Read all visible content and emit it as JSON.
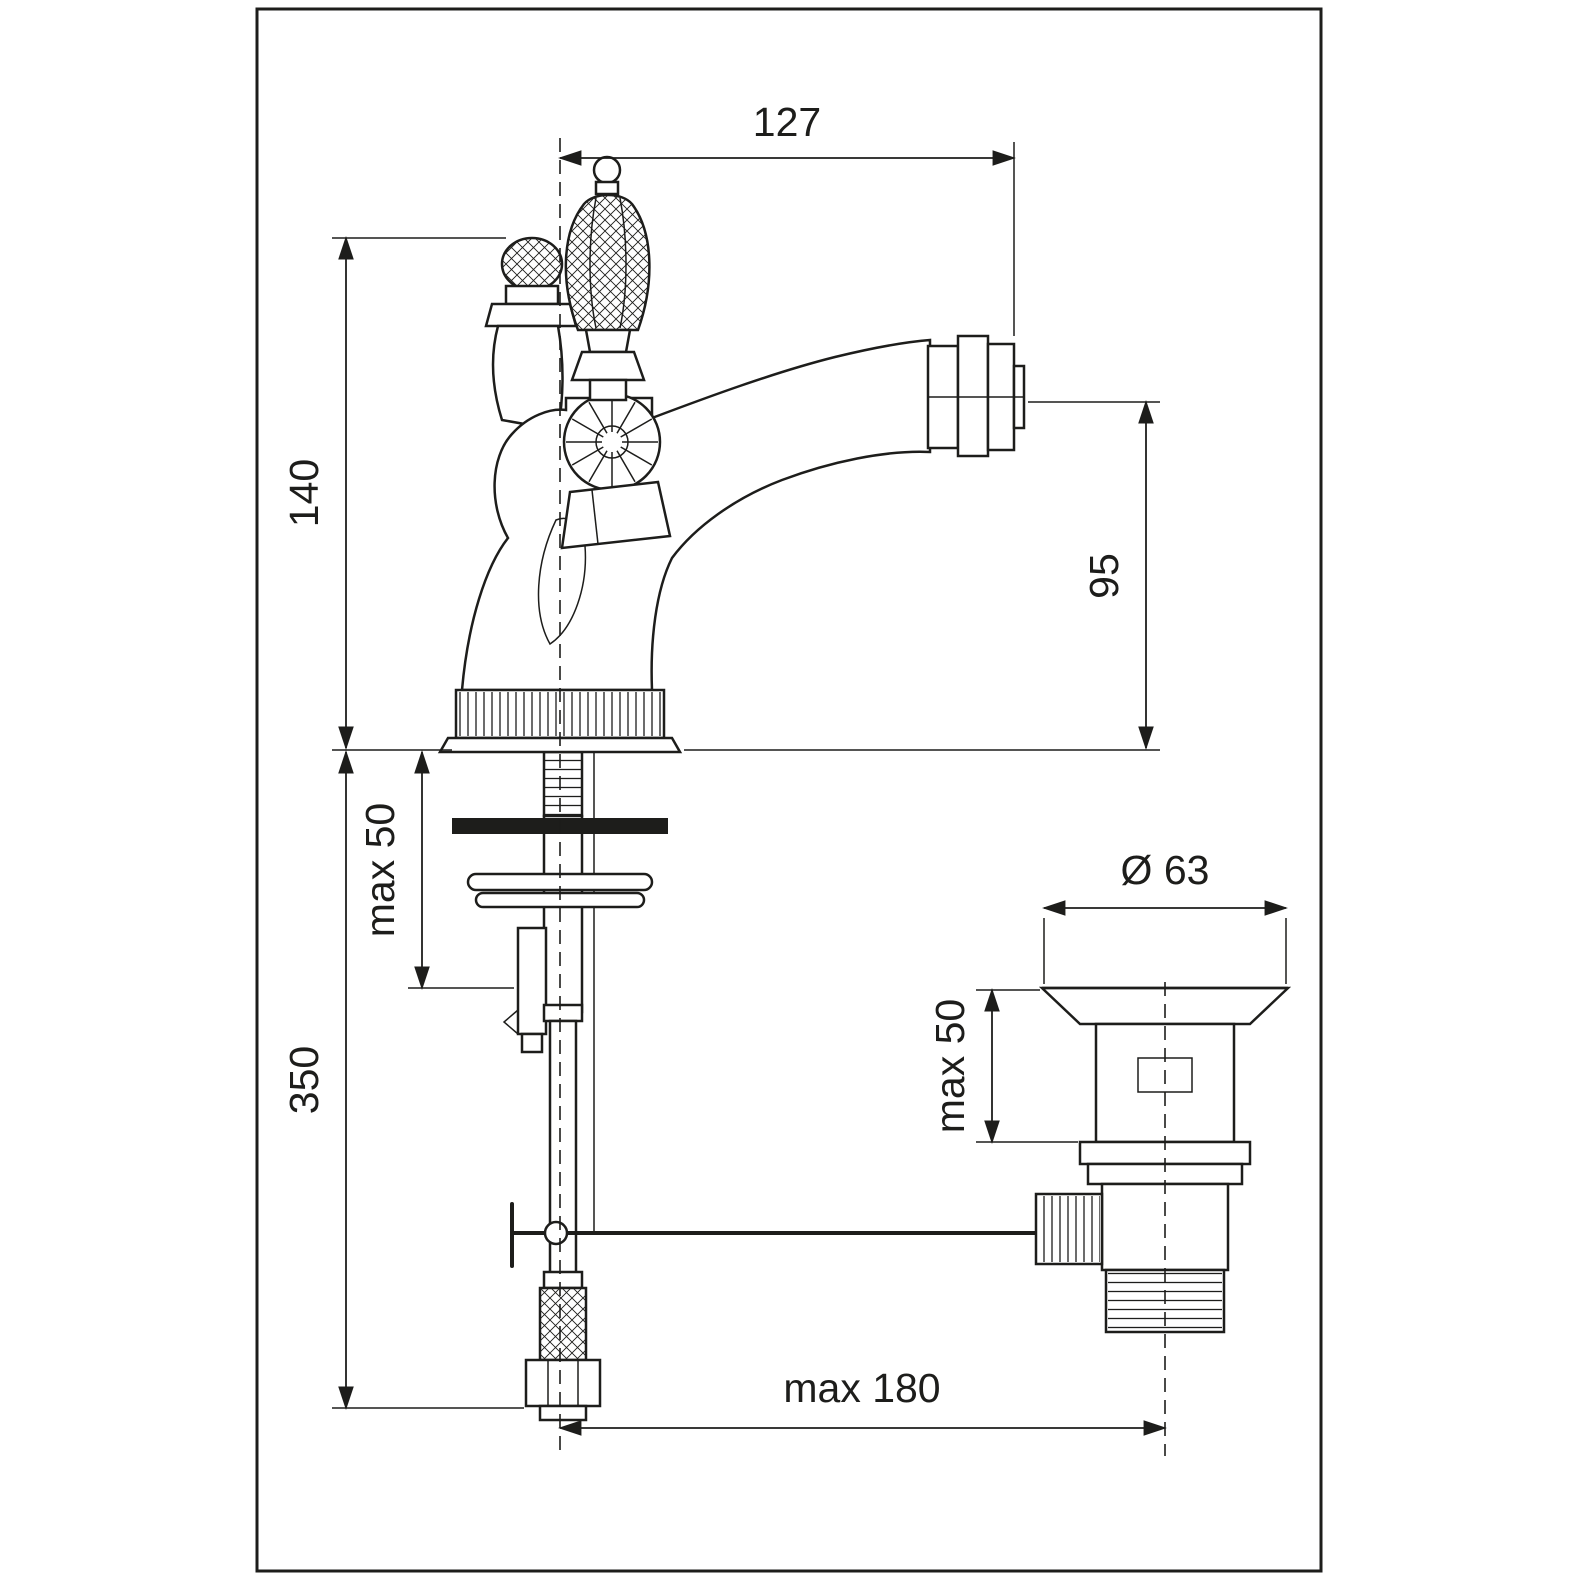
{
  "page": {
    "background": "#ffffff",
    "line_color": "#1d1d1b",
    "description": "technical-dimension-drawing-bidet-mixer-with-pop-up-waste"
  },
  "dimensions": {
    "spout_reach": "127",
    "body_height": "140",
    "outlet_height": "95",
    "deck_thickness_max": "max 50",
    "hose_length": "350",
    "waste_flange_diameter": "Ø 63",
    "waste_deck_thickness_max": "max 50",
    "waste_offset_max": "max 180"
  }
}
